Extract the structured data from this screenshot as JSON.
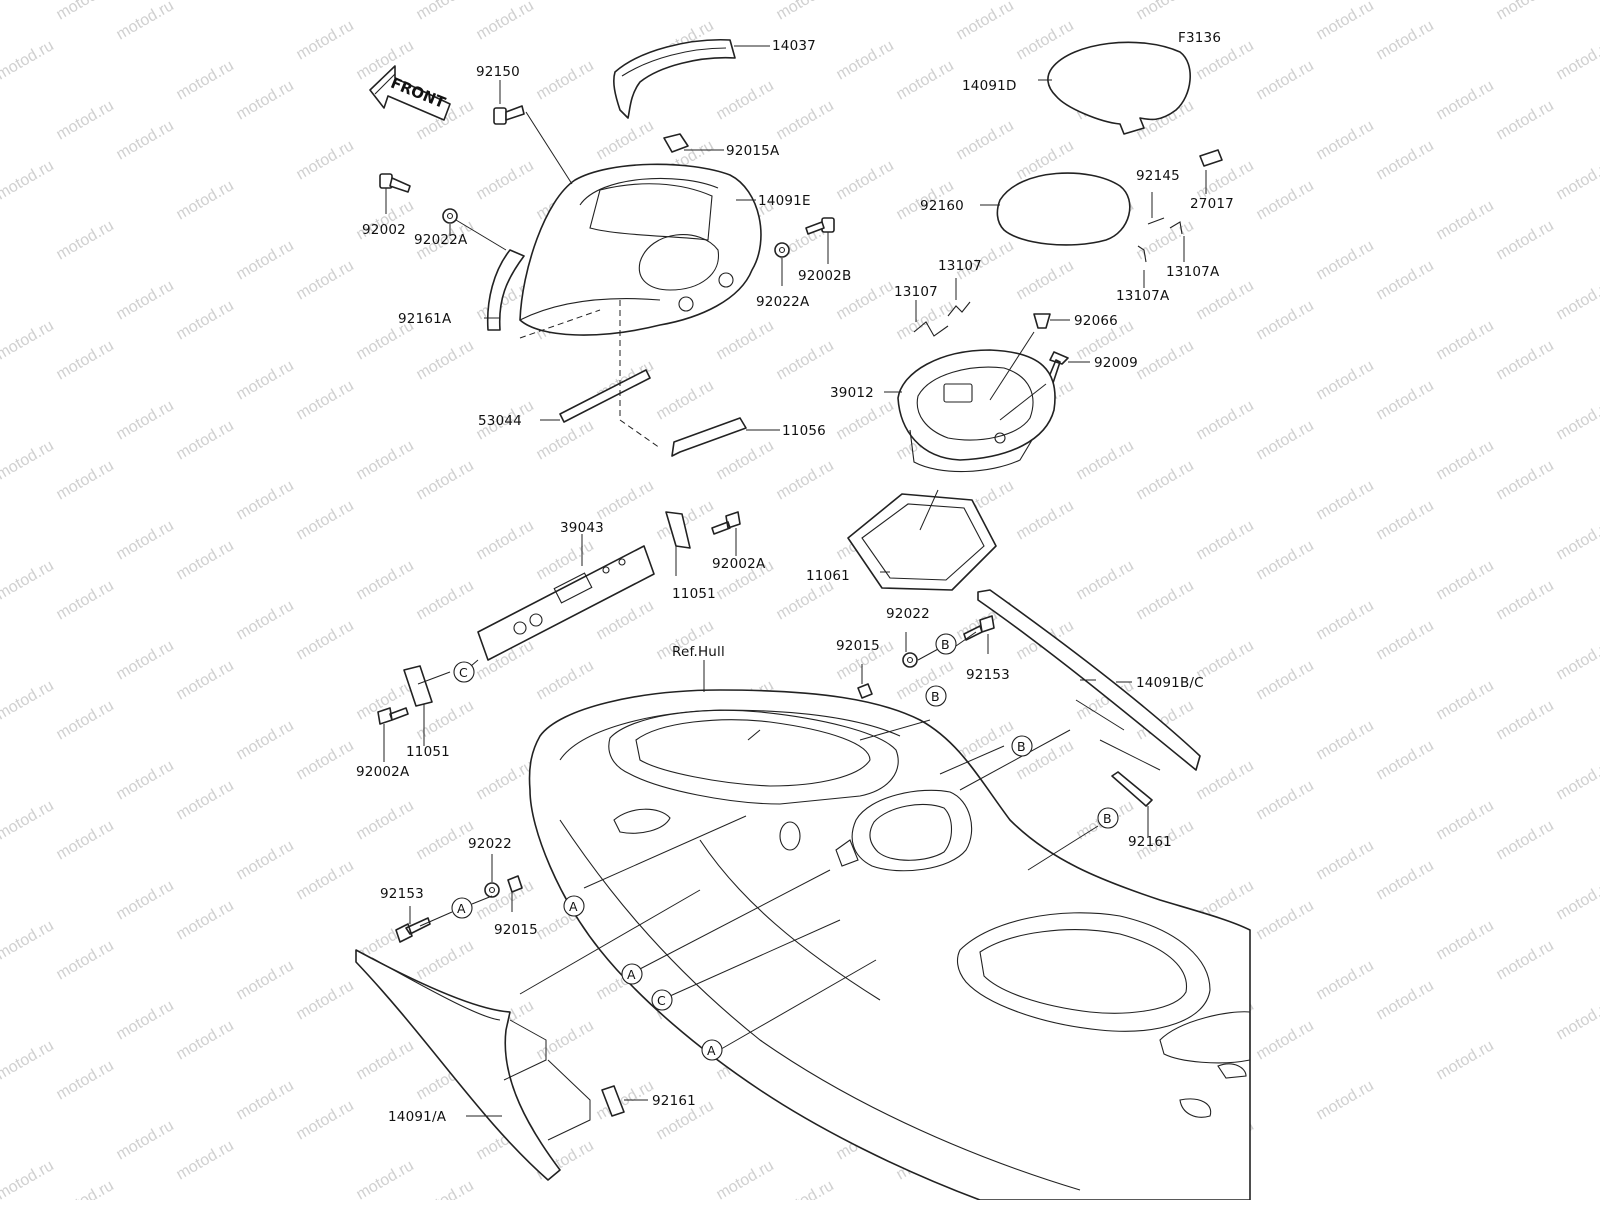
{
  "diagram": {
    "figure_code": "F3136",
    "watermark_text": "motod.ru",
    "front_arrow_text": "FRONT",
    "hull_reference": "Ref.Hull",
    "ref_markers": {
      "a": "A",
      "b": "B",
      "c": "C"
    },
    "part_labels": {
      "p14037": "14037",
      "p92150": "92150",
      "p92015A": "92015A",
      "p14091E": "14091E",
      "p92002": "92002",
      "p92022A_left": "92022A",
      "p92002B": "92002B",
      "p92022A_right": "92022A",
      "p92161A": "92161A",
      "p53044": "53044",
      "p11056": "11056",
      "p39043": "39043",
      "p92002A_top": "92002A",
      "p11051_top": "11051",
      "p11051_bottom": "11051",
      "p92002A_bottom": "92002A",
      "p14091D": "14091D",
      "p92160": "92160",
      "p92145": "92145",
      "p27017": "27017",
      "p13107_a": "13107",
      "p13107_b": "13107",
      "p13107A_a": "13107A",
      "p13107A_b": "13107A",
      "p92066": "92066",
      "p92009": "92009",
      "p39012": "39012",
      "p11061": "11061",
      "p92022_mid": "92022",
      "p92015_mid": "92015",
      "p92153_mid": "92153",
      "p14091BC": "14091B/C",
      "p92161_right": "92161",
      "p92022_low": "92022",
      "p92153_low": "92153",
      "p92015_low": "92015",
      "p14091A": "14091/A",
      "p92161_low": "92161"
    }
  }
}
